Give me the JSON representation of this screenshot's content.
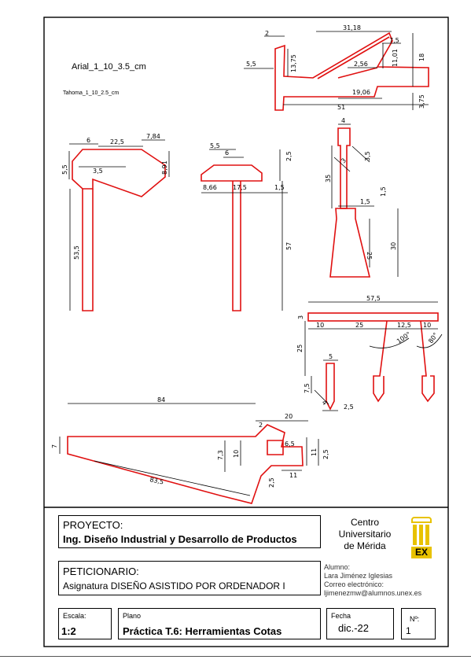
{
  "notes": {
    "font_note_large": "Arial_1_10_3.5_cm",
    "font_note_small": "Tahoma_1_10_2.5_cm"
  },
  "dimensions": {
    "top_right": [
      "2",
      "31,18",
      "7,5",
      "5,5",
      "13,75",
      "2,56",
      "11,01",
      "18",
      "19,06",
      "51",
      "3,75"
    ],
    "axe": [
      "6",
      "22,5",
      "7,84",
      "5,5",
      "3,5",
      "8,91",
      "53,5"
    ],
    "hammer": [
      "5,5",
      "6",
      "2,5",
      "8,66",
      "17,5",
      "1,5",
      "57"
    ],
    "chisel": [
      "4",
      "3,5",
      "3",
      "35",
      "1,5",
      "1,5",
      "25",
      "30"
    ],
    "compass": [
      "57,5",
      "3",
      "10",
      "25",
      "12,5",
      "10",
      "100°",
      "80°",
      "25"
    ],
    "small_tool": [
      "5",
      "7,5",
      "4",
      "2,5"
    ],
    "wrench": [
      "84",
      "20",
      "7",
      "2",
      "7,3",
      "10",
      "6,5",
      "11",
      "2,5",
      "83,5",
      "11",
      "2,5"
    ]
  },
  "title_block": {
    "proyecto_label": "PROYECTO:",
    "proyecto_value": "Ing. Diseño Industrial y Desarrollo de Productos",
    "institution_line1": "Centro",
    "institution_line2": "Universitario",
    "institution_line3": "de Mérida",
    "logo_text": "EX",
    "peticionario_label": "PETICIONARIO:",
    "peticionario_value": "Asignatura DISEÑO ASISTIDO POR ORDENADOR I",
    "alumno_label": "Alumno:",
    "alumno_value": "Lara Jiménez Iglesias",
    "email_label": "Correo electrónico:",
    "email_value": "ljimenezmw@alumnos.unex.es",
    "escala_label": "Escala:",
    "escala_value": "1:2",
    "plano_label": "Plano",
    "plano_value": "Práctica T.6: Herramientas Cotas",
    "fecha_label": "Fecha",
    "fecha_value": "dic.-22",
    "numero_label": "Nº:",
    "numero_value": "1"
  },
  "colors": {
    "outline": "#e01010",
    "lines": "#000000",
    "logo": "#e8c200"
  }
}
